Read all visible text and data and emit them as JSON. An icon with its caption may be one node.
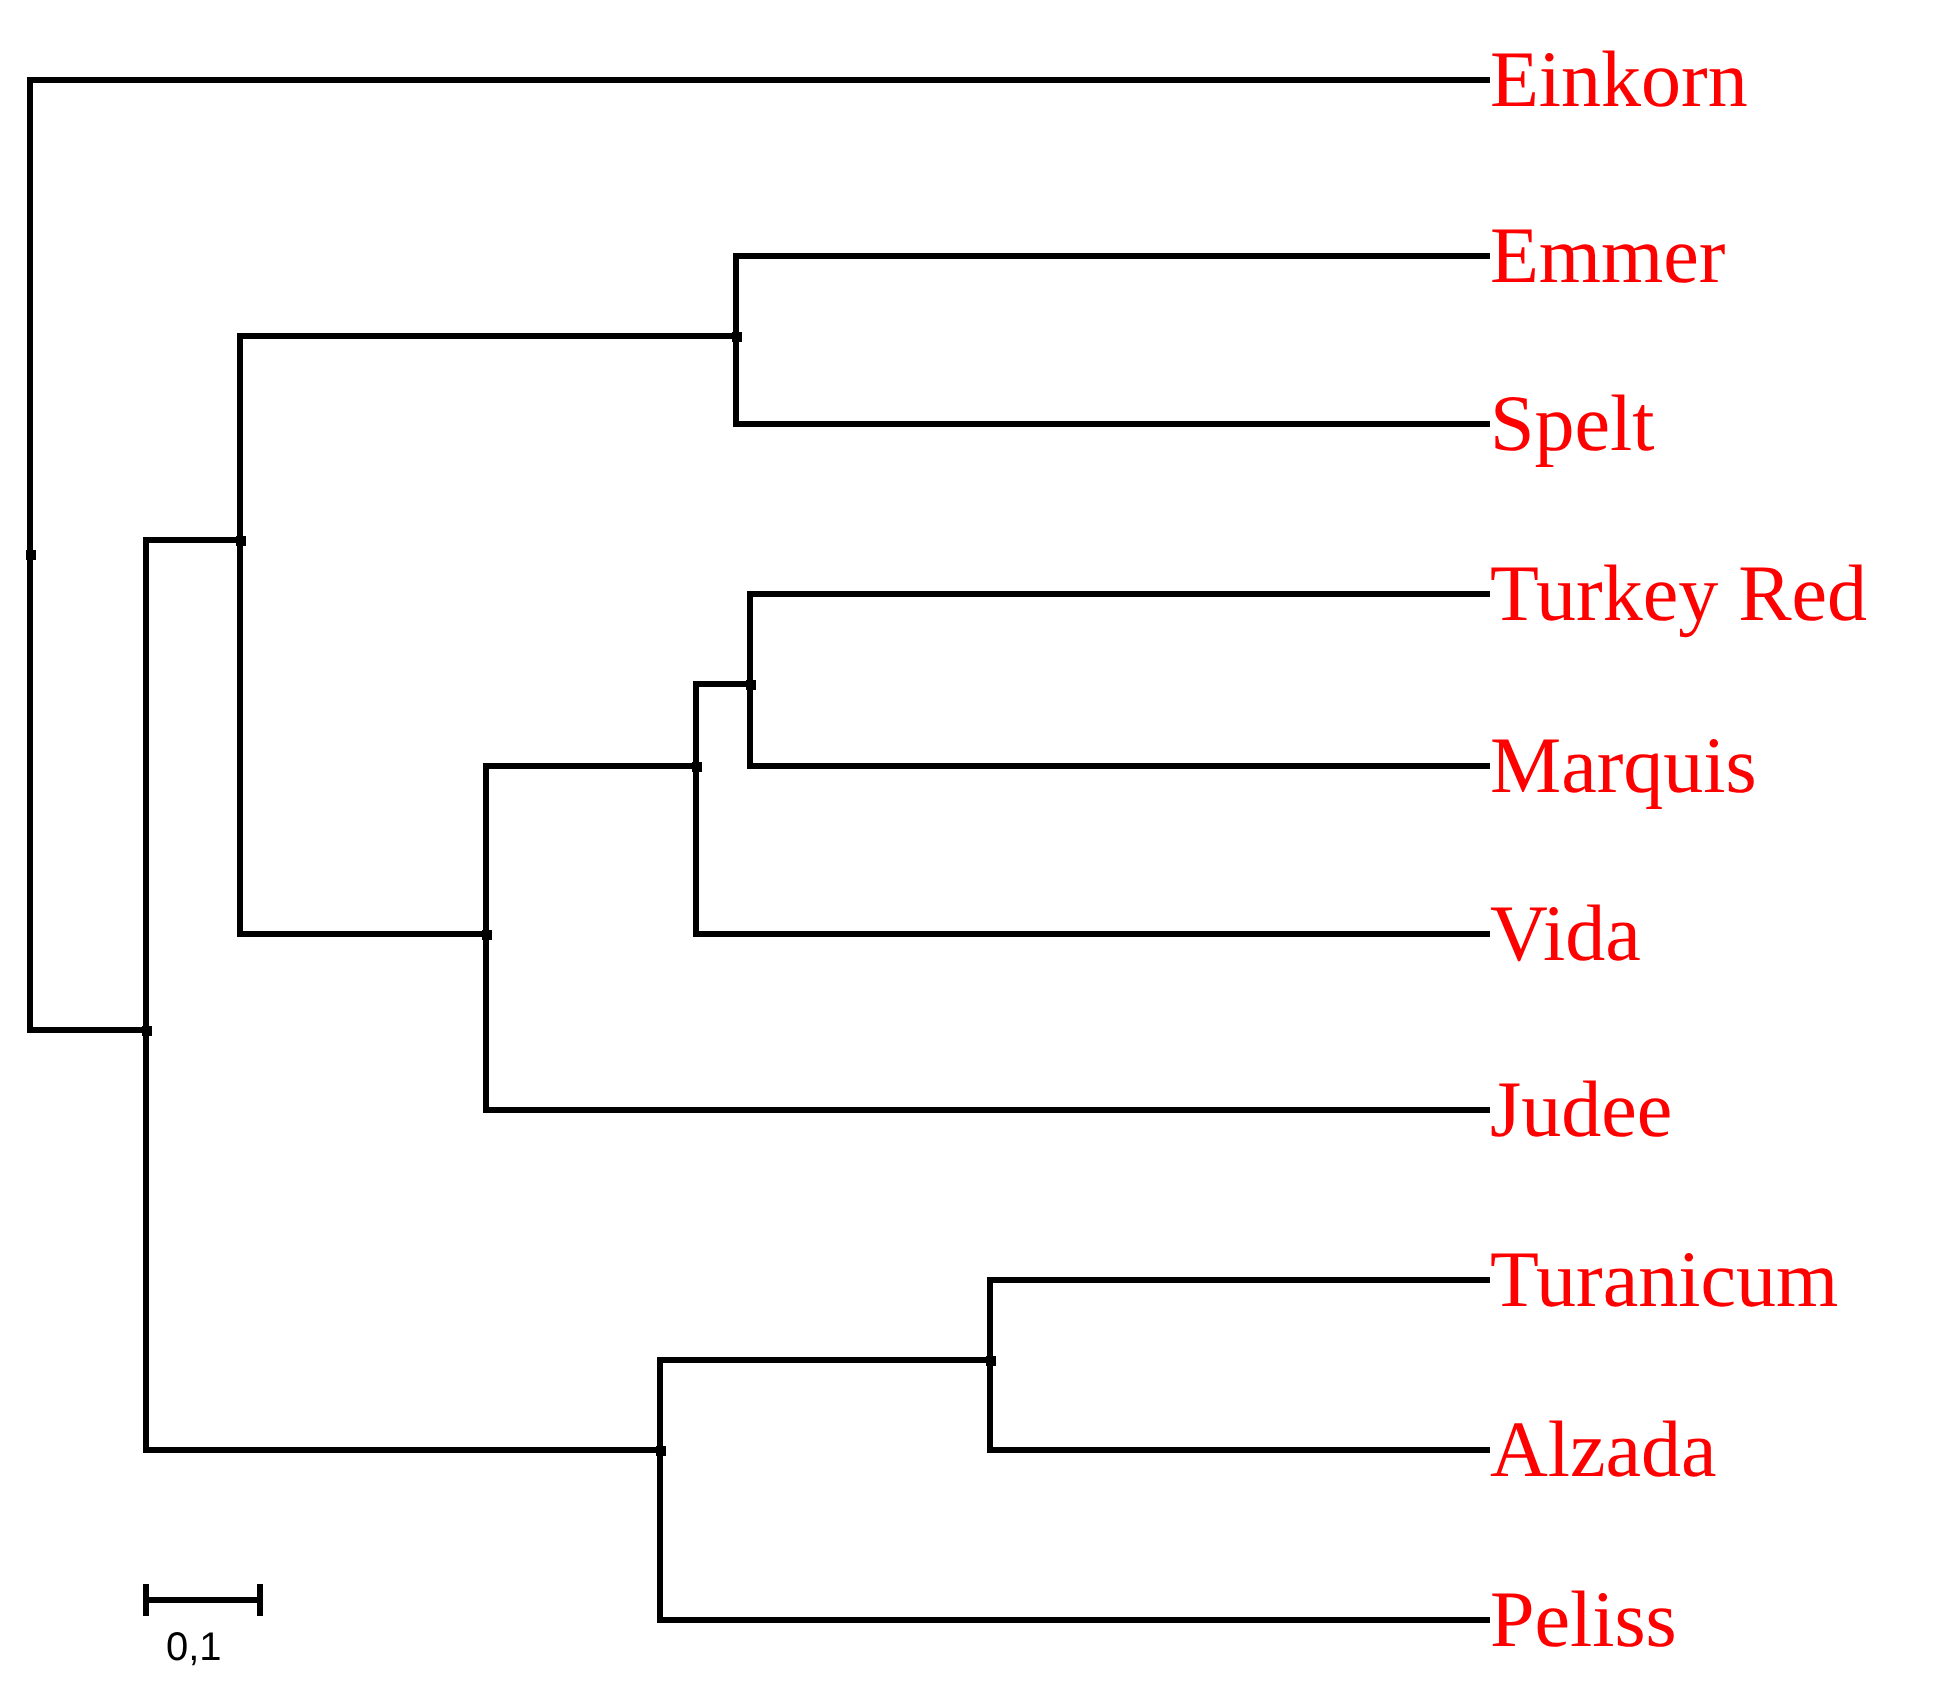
{
  "diagram": {
    "nodes": [
      {
        "text": [
          "Einkorn"
        ]
      },
      {
        "text": [
          "Emmer"
        ]
      },
      {
        "text": [
          "Spelt"
        ]
      },
      {
        "text": [
          "Turkey Red"
        ]
      },
      {
        "text": [
          "Marquis"
        ]
      },
      {
        "text": [
          "Vida"
        ]
      },
      {
        "text": [
          "Judee"
        ]
      },
      {
        "text": [
          "Turanicum"
        ]
      },
      {
        "text": [
          "Alzada"
        ]
      },
      {
        "text": [
          "Peliss"
        ]
      },
      {
        "text": [],
        "shape": "point"
      },
      {
        "text": [],
        "shape": "point"
      },
      {
        "text": [],
        "shape": "point"
      },
      {
        "text": [],
        "shape": "point"
      },
      {
        "text": [],
        "shape": "point"
      },
      {
        "text": [],
        "shape": "point"
      },
      {
        "text": [],
        "shape": "point"
      },
      {
        "text": [],
        "shape": "point"
      },
      {
        "text": [],
        "shape": "point"
      }
    ],
    "edges": [
      {
        "from": 10,
        "to": 0,
        "arrow": "none"
      },
      {
        "from": 10,
        "to": 11,
        "arrow": "none"
      },
      {
        "from": 11,
        "to": 12,
        "arrow": "none"
      },
      {
        "from": 11,
        "to": 17,
        "arrow": "none"
      },
      {
        "from": 12,
        "to": 13,
        "arrow": "none"
      },
      {
        "from": 12,
        "to": 14,
        "arrow": "none"
      },
      {
        "from": 13,
        "to": 1,
        "arrow": "none"
      },
      {
        "from": 13,
        "to": 2,
        "arrow": "none"
      },
      {
        "from": 14,
        "to": 15,
        "arrow": "none"
      },
      {
        "from": 14,
        "to": 6,
        "arrow": "none"
      },
      {
        "from": 15,
        "to": 16,
        "arrow": "none"
      },
      {
        "from": 15,
        "to": 5,
        "arrow": "none"
      },
      {
        "from": 16,
        "to": 3,
        "arrow": "none"
      },
      {
        "from": 16,
        "to": 4,
        "arrow": "none"
      },
      {
        "from": 17,
        "to": 18,
        "arrow": "none"
      },
      {
        "from": 17,
        "to": 9,
        "arrow": "none"
      },
      {
        "from": 18,
        "to": 7,
        "arrow": "none"
      },
      {
        "from": 18,
        "to": 8,
        "arrow": "none"
      }
    ],
    "labels": [
      "0,1"
    ]
  }
}
